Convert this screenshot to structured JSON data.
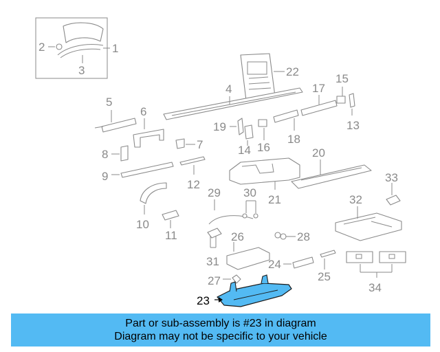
{
  "diagram": {
    "highlight_color": "#53baf3",
    "line_color": "#8a8a8a",
    "callouts": [
      {
        "id": "c1",
        "label": "1"
      },
      {
        "id": "c2",
        "label": "2"
      },
      {
        "id": "c3",
        "label": "3"
      },
      {
        "id": "c4",
        "label": "4"
      },
      {
        "id": "c5",
        "label": "5"
      },
      {
        "id": "c6",
        "label": "6"
      },
      {
        "id": "c7",
        "label": "7"
      },
      {
        "id": "c8",
        "label": "8"
      },
      {
        "id": "c9",
        "label": "9"
      },
      {
        "id": "c10",
        "label": "10"
      },
      {
        "id": "c11",
        "label": "11"
      },
      {
        "id": "c12",
        "label": "12"
      },
      {
        "id": "c13",
        "label": "13"
      },
      {
        "id": "c14",
        "label": "14"
      },
      {
        "id": "c15",
        "label": "15"
      },
      {
        "id": "c16",
        "label": "16"
      },
      {
        "id": "c17",
        "label": "17"
      },
      {
        "id": "c18",
        "label": "18"
      },
      {
        "id": "c19",
        "label": "19"
      },
      {
        "id": "c20",
        "label": "20"
      },
      {
        "id": "c21",
        "label": "21"
      },
      {
        "id": "c22",
        "label": "22"
      },
      {
        "id": "c23",
        "label": "23"
      },
      {
        "id": "c24",
        "label": "24"
      },
      {
        "id": "c25",
        "label": "25"
      },
      {
        "id": "c26",
        "label": "26"
      },
      {
        "id": "c27",
        "label": "27"
      },
      {
        "id": "c28",
        "label": "28"
      },
      {
        "id": "c29",
        "label": "29"
      },
      {
        "id": "c30",
        "label": "30"
      },
      {
        "id": "c31",
        "label": "31"
      },
      {
        "id": "c32",
        "label": "32"
      },
      {
        "id": "c33",
        "label": "33"
      },
      {
        "id": "c34",
        "label": "34"
      }
    ]
  },
  "banner": {
    "line1": "Part or sub-assembly is #23 in diagram",
    "line2": "Diagram may not be specific to your vehicle",
    "background": "#53baf3"
  }
}
